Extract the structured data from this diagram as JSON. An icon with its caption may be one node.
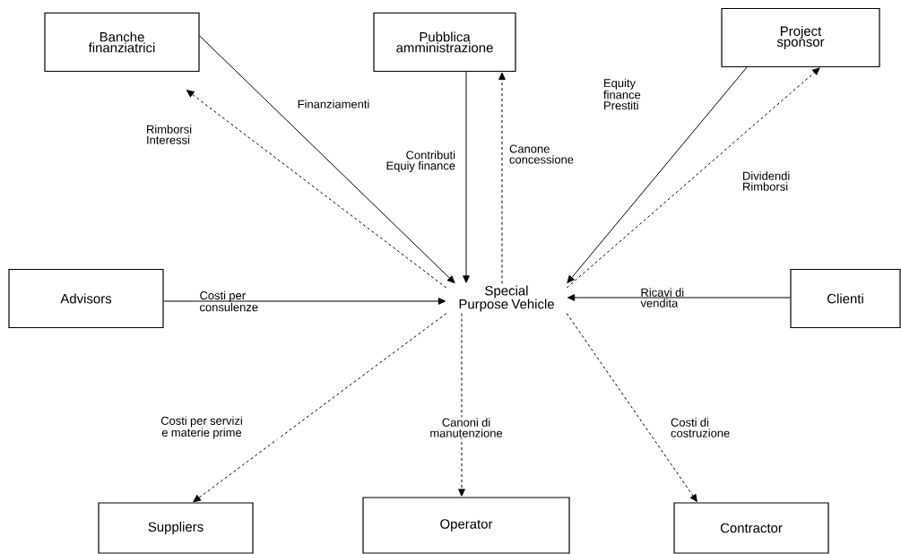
{
  "diagram": {
    "nodes": [
      {
        "text": [
          "Banche finanziatrici"
        ]
      },
      {
        "text": [
          "Pubblica amministrazione"
        ]
      },
      {
        "text": [
          "Project sponsor"
        ]
      },
      {
        "text": [
          "Advisors"
        ]
      },
      {
        "text": [
          "Special Purpose Vehicle"
        ]
      },
      {
        "text": [
          "Clienti"
        ]
      },
      {
        "text": [
          "Suppliers"
        ]
      },
      {
        "text": [
          "Operator"
        ]
      },
      {
        "text": [
          "Contractor"
        ]
      }
    ],
    "edges": [
      {
        "from": 0,
        "to": 4,
        "arrow": "to",
        "label": "Finanziamenti"
      },
      {
        "from": 4,
        "to": 0,
        "arrow": "to",
        "label": "Rimborsi Interessi",
        "style": "dashed"
      },
      {
        "from": 1,
        "to": 4,
        "arrow": "to",
        "label": "Contributi Equiy finance"
      },
      {
        "from": 4,
        "to": 1,
        "arrow": "to",
        "label": "Canone concessione",
        "style": "dashed"
      },
      {
        "from": 2,
        "to": 4,
        "arrow": "to",
        "label": "Equity finance Prestiti"
      },
      {
        "from": 4,
        "to": 2,
        "arrow": "to",
        "label": "Dividendi Rimborsi",
        "style": "dashed"
      },
      {
        "from": 3,
        "to": 4,
        "arrow": "to",
        "label": "Costi per consulenze"
      },
      {
        "from": 5,
        "to": 4,
        "arrow": "to",
        "label": "Ricavi di vendita"
      },
      {
        "from": 4,
        "to": 6,
        "arrow": "to",
        "label": "Costi per servizi e materie prime",
        "style": "dashed"
      },
      {
        "from": 4,
        "to": 7,
        "arrow": "to",
        "label": "Canoni di manutenzione",
        "style": "dashed"
      },
      {
        "from": 4,
        "to": 8,
        "arrow": "to",
        "label": "Costi di costruzione",
        "style": "dashed"
      }
    ]
  }
}
